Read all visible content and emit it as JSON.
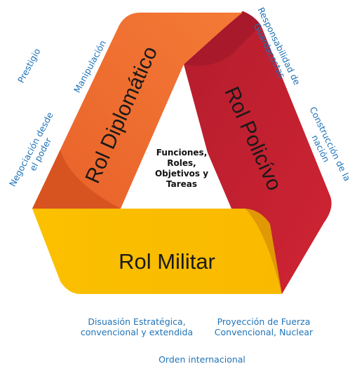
{
  "center": {
    "lines": [
      "Funciones,",
      "Roles,",
      "Objetivos y",
      "Tareas"
    ]
  },
  "sides": {
    "diplomatic": {
      "label": "Rol Diplomático",
      "color": "#f06e30",
      "shade": "#d9531f"
    },
    "police": {
      "label": "Rol Policívo",
      "color": "#c8202f",
      "shade": "#a5182a"
    },
    "military": {
      "label": "Rol Militar",
      "color": "#fbbf00",
      "shade": "#e6a700"
    }
  },
  "labels": {
    "prestigio": "Prestigio",
    "manipulacion": "Manipulación",
    "negociacion": [
      "Negociación desde",
      "el poder"
    ],
    "responsabilidad": [
      "Responsabilidad de",
      "Guardacostas"
    ],
    "construccion": [
      "Construcción de la",
      "nación"
    ],
    "disuasion": [
      "Disuasión Estratégica,",
      "convencional y extendida"
    ],
    "proyeccion": [
      "Proyección de Fuerza",
      "Convencional, Nuclear"
    ],
    "orden": "Orden internacional"
  },
  "colors": {
    "label_text": "#1f73b8",
    "center_text": "#111111"
  }
}
